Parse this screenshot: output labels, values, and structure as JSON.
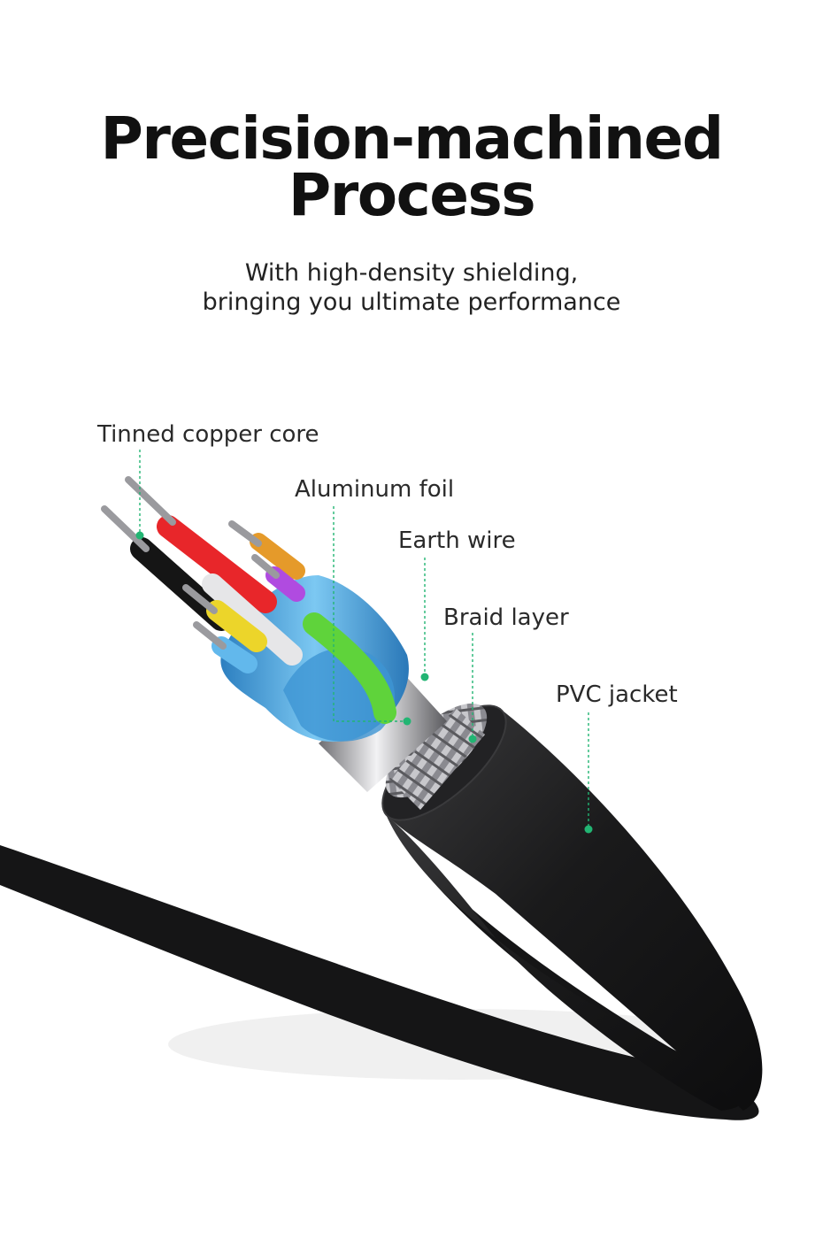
{
  "header": {
    "title_line1": "Precision-machined",
    "title_line2": "Process",
    "subtitle_line1": "With high-density shielding,",
    "subtitle_line2": "bringing you ultimate performance"
  },
  "callouts": {
    "tinned_copper_core": "Tinned copper core",
    "aluminum_foil": "Aluminum foil",
    "earth_wire": "Earth wire",
    "braid_layer": "Braid layer",
    "pvc_jacket": "PVC jacket"
  },
  "colors": {
    "accent": "#22b573",
    "jacket": "#1d1d1f",
    "foil": "#4fa8e0",
    "wire_red": "#e8262a",
    "wire_green": "#5fd33b",
    "wire_yellow": "#ecd52a",
    "wire_orange": "#e59a2a",
    "wire_purple": "#b04be0"
  }
}
